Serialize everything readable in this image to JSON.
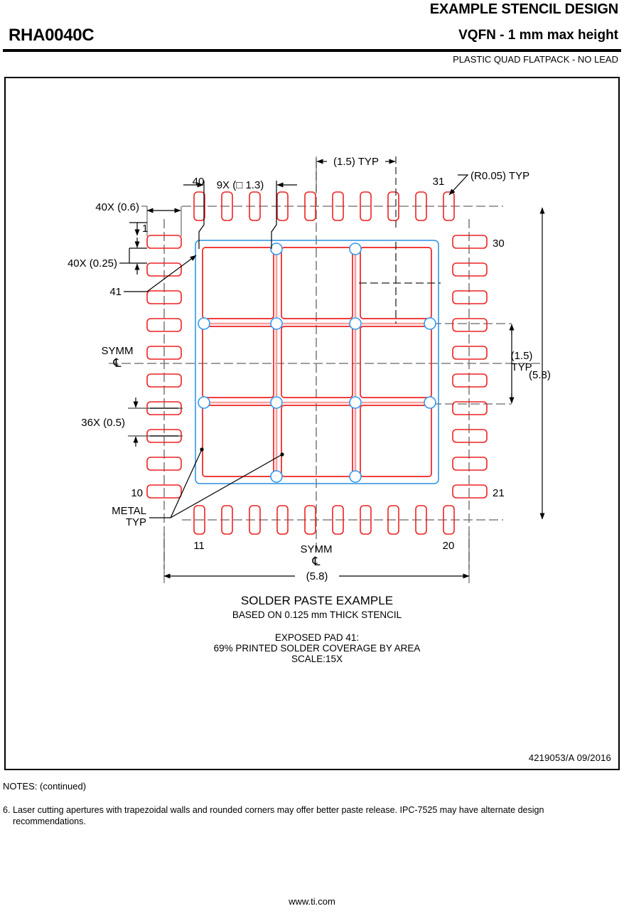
{
  "header": {
    "title": "EXAMPLE STENCIL DESIGN",
    "part_number": "RHA0040C",
    "package": "VQFN - 1 mm max height",
    "subtitle": "PLASTIC QUAD FLATPACK - NO LEAD"
  },
  "drawing": {
    "number": "4219053/A   09/2016",
    "caption": {
      "line1": "SOLDER PASTE EXAMPLE",
      "line2": "BASED ON 0.125 mm THICK STENCIL",
      "line3": "EXPOSED PAD 41:",
      "line4": "69% PRINTED SOLDER COVERAGE BY AREA",
      "line5": "SCALE:15X"
    },
    "labels": {
      "pin_40": "40",
      "pin_31": "31",
      "pin_30": "30",
      "pin_21": "21",
      "pin_20": "20",
      "pin_11": "11",
      "pin_10": "10",
      "pin_1": "1",
      "pad_41": "41",
      "metal": "METAL",
      "metal_typ": "TYP",
      "symm_left": "SYMM",
      "symm_bottom": "SYMM",
      "symm_glyph": "℄"
    },
    "dimensions": {
      "aperture_count": "9X (□ 1.3)",
      "corner_radius": "(R0.05) TYP",
      "pitch_typ_top": "(1.5) TYP",
      "pitch_typ_right_a": "(1.5)",
      "pitch_typ_right_b": "TYP",
      "pad_length": "40X (0.6)",
      "pad_width": "40X (0.25)",
      "pin_pitch": "36X (0.5)",
      "overall_width": "(5.8)",
      "overall_height": "(5.8)"
    },
    "colors": {
      "paste_aperture": "#ee2222",
      "paste_aperture_light": "#f9a0a0",
      "package_outline": "#2a8fe0",
      "via_circle": "#3399ee",
      "centerline": "#808080",
      "dimension": "#000000"
    }
  },
  "notes": {
    "heading": "NOTES: (continued)",
    "items": [
      {
        "num": "6.",
        "text": "Laser cutting apertures with trapezoidal walls and rounded corners may offer better paste release. IPC-7525 may have alternate design recommendations."
      }
    ]
  },
  "footer": {
    "url": "www.ti.com"
  }
}
